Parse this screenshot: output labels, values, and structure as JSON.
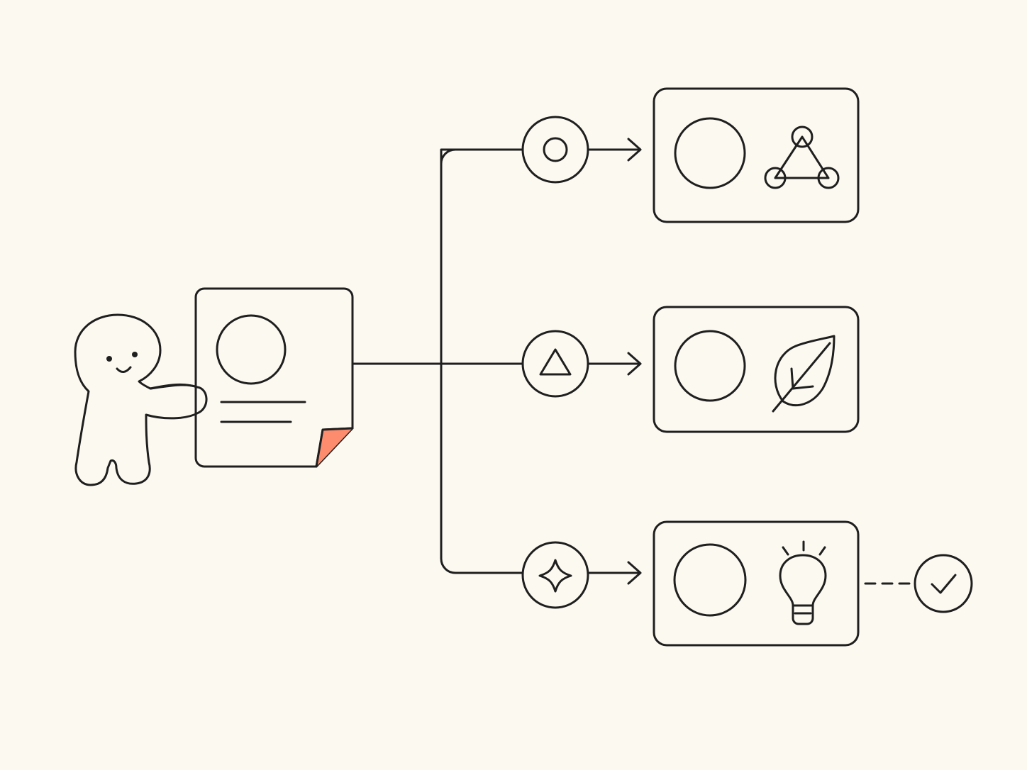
{
  "colors": {
    "background": "#fcf9f1",
    "outline": "#1f1f1f",
    "character_fill": "#fde3a6",
    "document_fill": "#fc8c6d",
    "blue": "#a8ccf0",
    "green": "#b0c9a0",
    "yellow": "#fbcf6a"
  },
  "nodes": {
    "character": {
      "icon": "smiling-character"
    },
    "document": {
      "icon": "document-icon"
    },
    "branches": [
      {
        "id": "branch-top",
        "marker_icon": "ring-icon",
        "card_icons": [
          "circle-icon",
          "network-triangle-icon"
        ],
        "color_key": "blue"
      },
      {
        "id": "branch-middle",
        "marker_icon": "triangle-icon",
        "card_icons": [
          "circle-icon",
          "leaf-icon"
        ],
        "color_key": "green"
      },
      {
        "id": "branch-bottom",
        "marker_icon": "sparkle-icon",
        "card_icons": [
          "circle-icon",
          "lightbulb-icon"
        ],
        "color_key": "yellow"
      }
    ],
    "result": {
      "icon": "checkmark-icon",
      "color_key": "green"
    }
  }
}
